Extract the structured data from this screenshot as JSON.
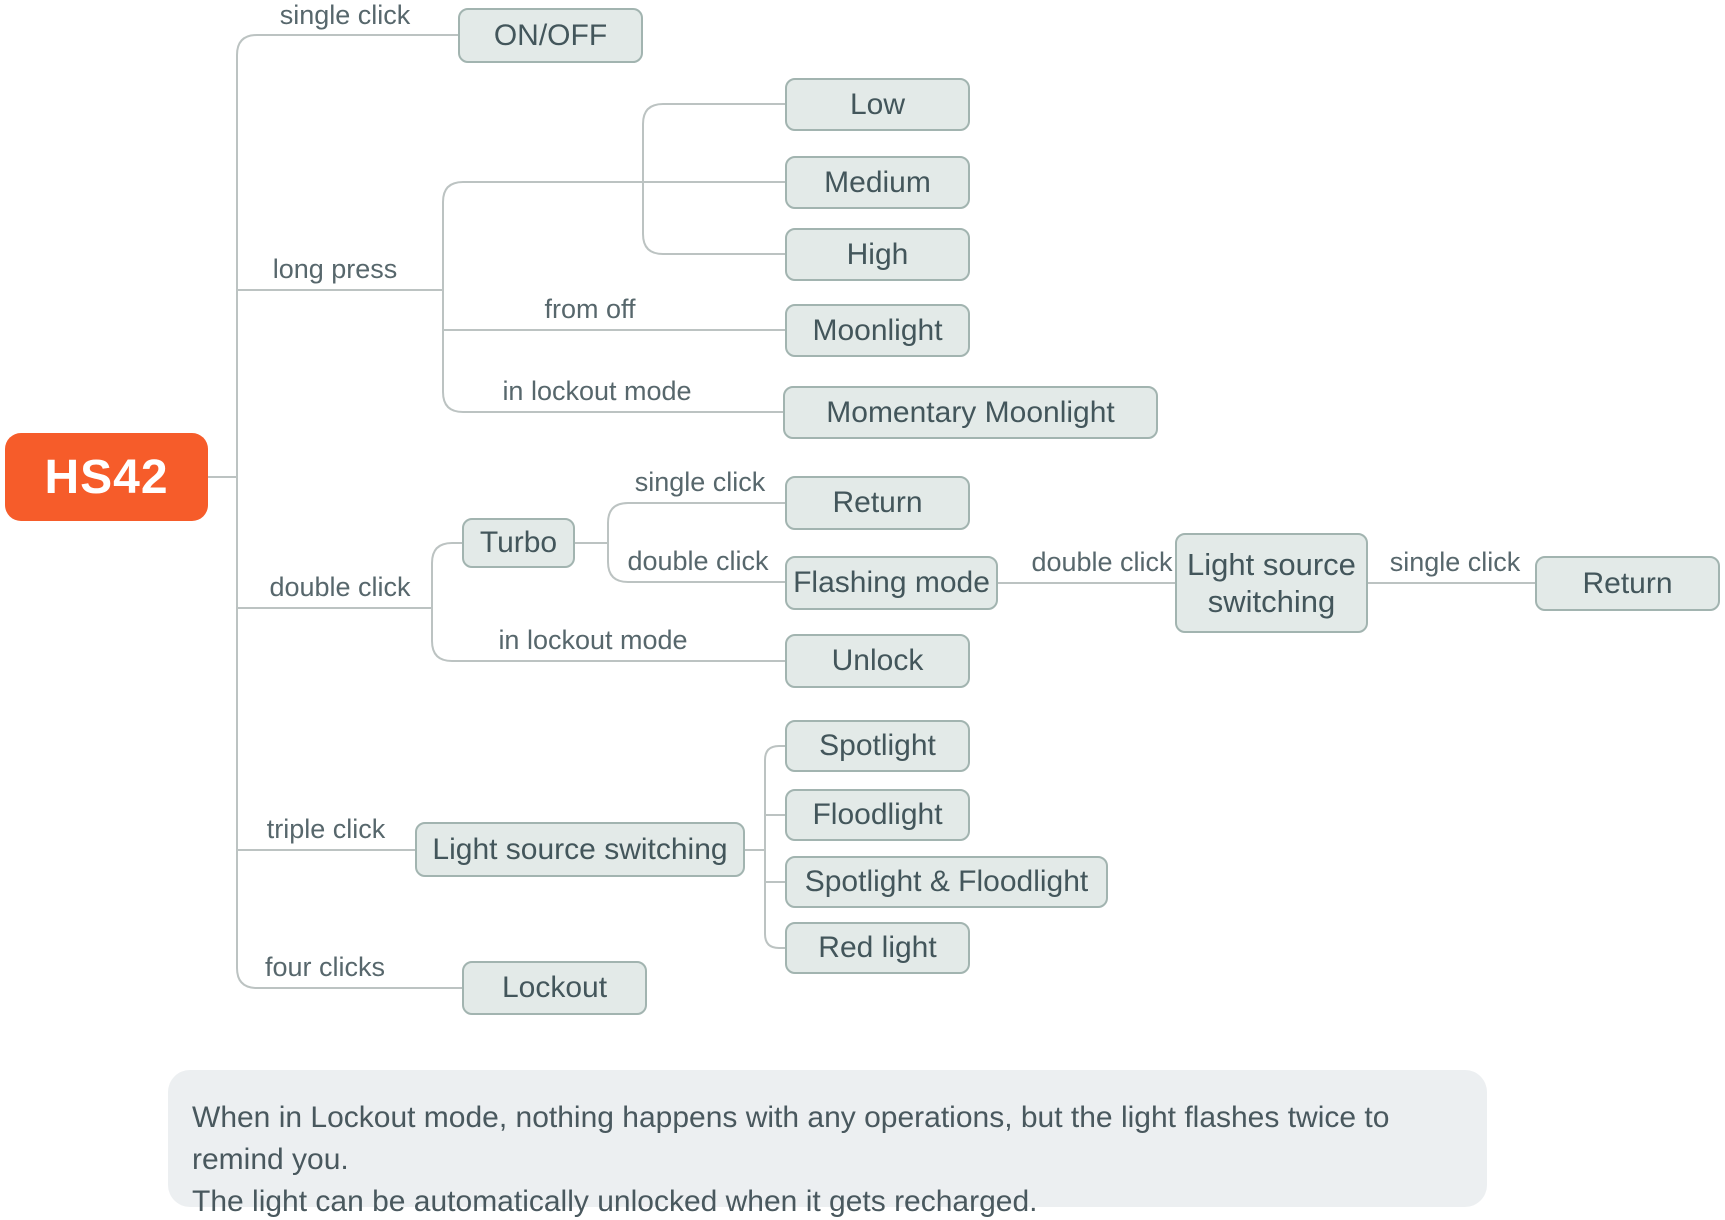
{
  "tree": {
    "root": "HS42",
    "children": [
      {
        "edge": "single click",
        "node": "ON/OFF"
      },
      {
        "edge": "long press",
        "children": [
          {
            "node": "Low"
          },
          {
            "node": "Medium"
          },
          {
            "node": "High"
          },
          {
            "edge": "from off",
            "node": "Moonlight"
          },
          {
            "edge": "in lockout mode",
            "node": "Momentary Moonlight"
          }
        ]
      },
      {
        "edge": "double click",
        "children": [
          {
            "node": "Turbo",
            "children": [
              {
                "edge": "single click",
                "node": "Return"
              },
              {
                "edge": "double click",
                "node": "Flashing mode",
                "children": [
                  {
                    "edge": "double click",
                    "node": "Light source switching",
                    "children": [
                      {
                        "edge": "single click",
                        "node": "Return"
                      }
                    ]
                  }
                ]
              }
            ]
          },
          {
            "edge": "in lockout mode",
            "node": "Unlock"
          }
        ]
      },
      {
        "edge": "triple click",
        "node": "Light source switching",
        "children": [
          {
            "node": "Spotlight"
          },
          {
            "node": "Floodlight"
          },
          {
            "node": "Spotlight & Floodlight"
          },
          {
            "node": "Red light"
          }
        ]
      },
      {
        "edge": "four clicks",
        "node": "Lockout"
      }
    ]
  },
  "note": {
    "line1": "When in Lockout mode, nothing happens with any operations, but the light flashes twice to remind you.",
    "line2": "The light can be automatically unlocked when it gets recharged."
  },
  "colors": {
    "root_fill": "#f65c2a",
    "root_text": "#ffffff",
    "node_fill": "#e3eae8",
    "node_border": "#a2b4b0",
    "node_text": "#43565b",
    "edge_label_text": "#57676c",
    "connector_line": "#bcc3c2",
    "note_fill": "#eceff1",
    "note_text": "#49585e",
    "background": "#ffffff"
  }
}
